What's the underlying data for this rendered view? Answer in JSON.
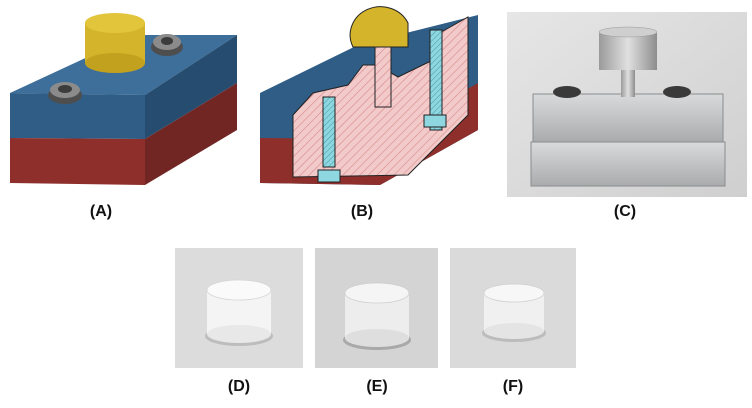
{
  "panels": [
    {
      "id": "A",
      "label": "(A)"
    },
    {
      "id": "B",
      "label": "(B)"
    },
    {
      "id": "C",
      "label": "(C)"
    },
    {
      "id": "D",
      "label": "(D)"
    },
    {
      "id": "E",
      "label": "(E)"
    },
    {
      "id": "F",
      "label": "(F)"
    }
  ],
  "colors": {
    "top_block": "#2f5d86",
    "bottom_block": "#8e2f2c",
    "plunger": "#d4b42a",
    "bolt": "#6e6e6e",
    "section_hatch": "#f2caca",
    "section_thread": "#8fd7e0",
    "aluminum": "#c9cbcd",
    "pellet": "#f2f2f2"
  }
}
